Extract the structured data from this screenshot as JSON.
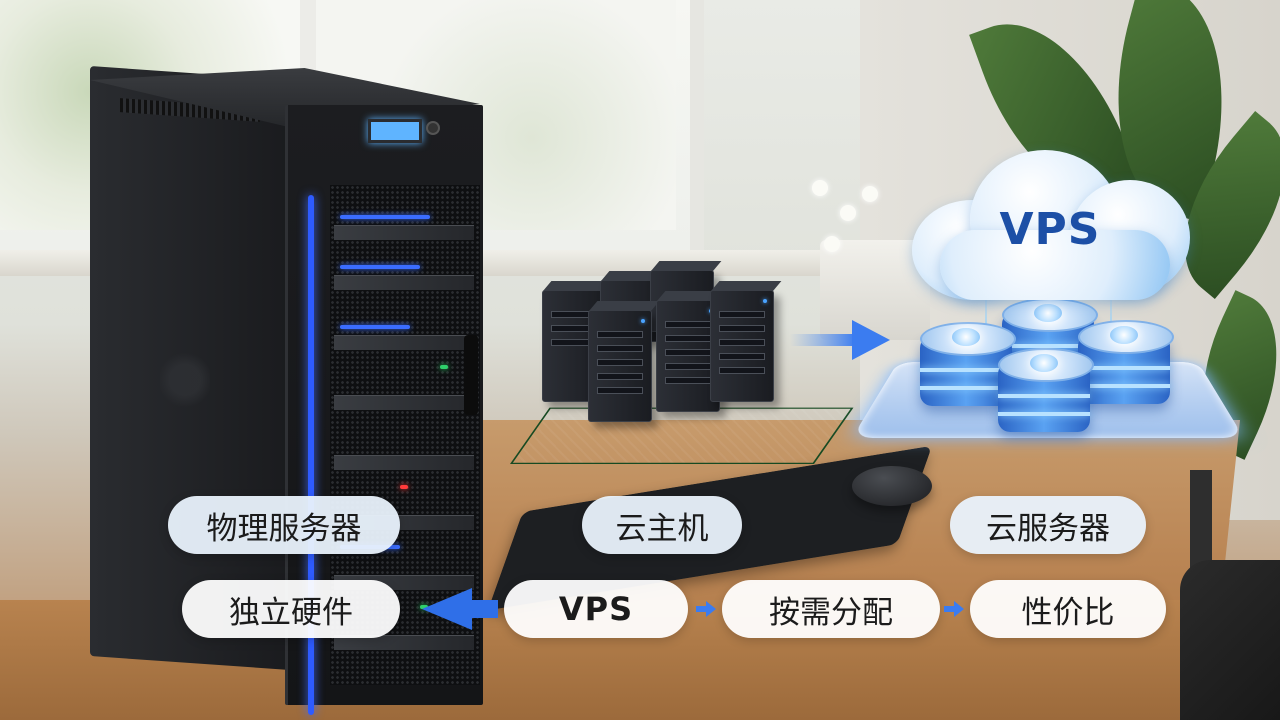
{
  "scene": {
    "cloud": {
      "title": "VPS"
    },
    "labels_top": [
      {
        "text": "物理服务器"
      },
      {
        "text": "云主机"
      },
      {
        "text": "云服务器"
      }
    ],
    "labels_bottom": [
      {
        "text": "独立硬件"
      },
      {
        "text": "VPS"
      },
      {
        "text": "按需分配"
      },
      {
        "text": "性价比"
      }
    ]
  },
  "colors": {
    "accent_blue": "#3b7cf0",
    "cloud_text": "#1c4fa6",
    "pill_bg": "#ffffff",
    "pill_tint_bg": "#e9f2fc"
  },
  "icons": {
    "big_arrow": "left-arrow-icon",
    "small_arrow": "right-arrow-icon"
  }
}
